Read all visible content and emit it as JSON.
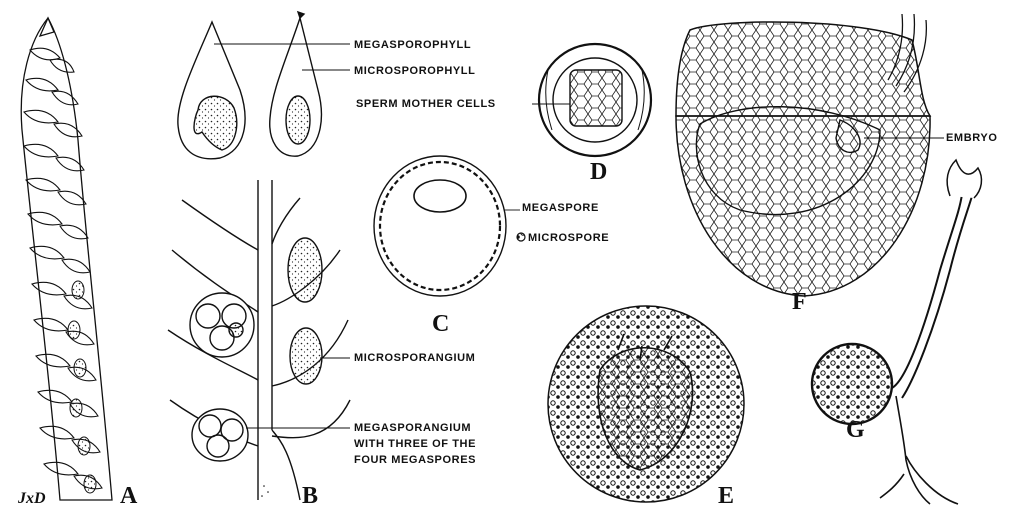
{
  "labels": {
    "megasporophyll": "MEGASPOROPHYLL",
    "microsporophyll": "MICROSPOROPHYLL",
    "sperm_mother_cells": "SPERM MOTHER CELLS",
    "megaspore": "MEGASPORE",
    "microspore": "MICROSPORE",
    "microsporangium": "MICROSPORANGIUM",
    "megasporangium_1": "MEGASPORANGIUM",
    "megasporangium_2": "WITH THREE OF THE",
    "megasporangium_3": "FOUR MEGASPORES",
    "embryo": "EMBRYO"
  },
  "figures": {
    "a": "A",
    "b": "B",
    "c": "C",
    "d": "D",
    "e": "E",
    "f": "F",
    "g": "G"
  },
  "signature": "JxD",
  "colors": {
    "ink": "#111111",
    "paper": "#ffffff"
  }
}
